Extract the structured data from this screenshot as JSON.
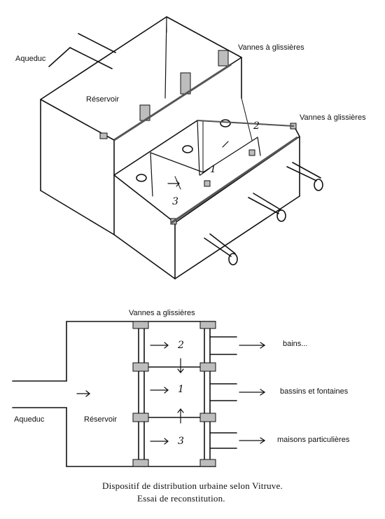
{
  "top_figure": {
    "aqueduct_label": "Aqueduc",
    "reservoir_label": "Réservoir",
    "gates_label_top": "Vannes à glissières",
    "gates_label_right": "Vannes à glissières",
    "compartment_numbers": [
      "1",
      "2",
      "3"
    ]
  },
  "bottom_figure": {
    "gates_label": "Vannes a glissières",
    "aqueduct_label": "Aqueduc",
    "reservoir_label": "Réservoir",
    "compartment_numbers": [
      "2",
      "1",
      "3"
    ],
    "outlets": [
      "bains...",
      "bassins et fontaines",
      "maisons particulières"
    ]
  },
  "caption": {
    "line1": "Dispositif de distribution urbaine selon Vitruve.",
    "line2": "Essai de reconstitution."
  }
}
